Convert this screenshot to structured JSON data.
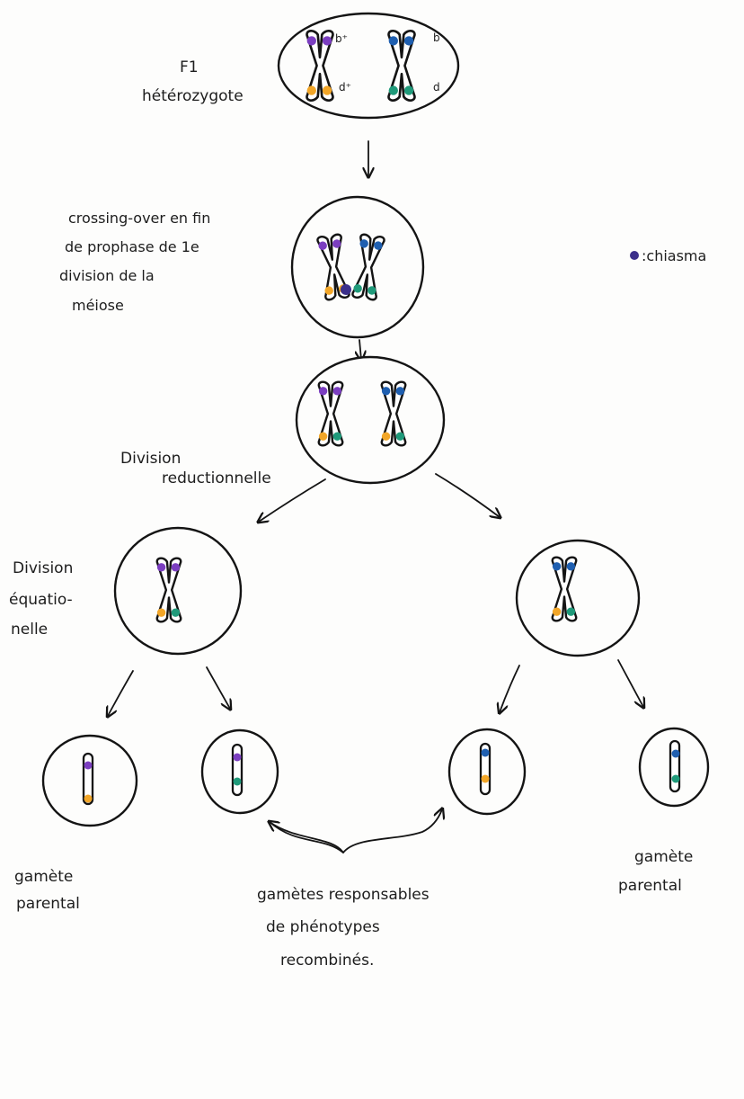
{
  "colors": {
    "purple": "#7b3ec0",
    "blue": "#1f5fb0",
    "orange": "#f2a628",
    "green": "#1f9a7a",
    "chiasma": "#3b2f8a",
    "ink": "#141414"
  },
  "labels": {
    "f1_line1": "F1",
    "f1_line2": "hétérozygote",
    "crossing_line1": "crossing-over en fin",
    "crossing_line2": "de prophase de 1e",
    "crossing_line3": "division de la",
    "crossing_line4": "méiose",
    "legend_chiasma": ":chiasma",
    "div_red_line1": "Division",
    "div_red_line2": "reductionnelle",
    "div_eq_line1": "Division",
    "div_eq_line2": "équatio-",
    "div_eq_line3": "nelle",
    "gamete_left_line1": "gamète",
    "gamete_left_line2": "parental",
    "gamete_right_line1": "gamète",
    "gamete_right_line2": "parental",
    "recomb_line1": "gamètes responsables",
    "recomb_line2": "de phénotypes",
    "recomb_line3": "recombinés."
  },
  "alleles": {
    "b_plus": "b⁺",
    "d_plus": "d⁺",
    "b": "b",
    "d": "d"
  }
}
